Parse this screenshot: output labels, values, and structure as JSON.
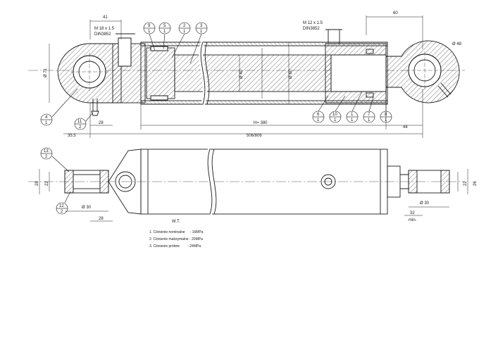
{
  "top_view": {
    "dims": {
      "d41": "41",
      "thread_left_1": "M 18 x 1.5",
      "thread_left_2": "DIN3852",
      "thread_right_1": "M 12 x 1.5",
      "thread_right_2": "DIN3852",
      "d60": "60",
      "d71": "Ø 71",
      "d40": "Ø 40",
      "d80": "Ø 80",
      "d28": "28",
      "d355": "35.5",
      "h380": "H= 380",
      "d506": "506/806",
      "d44": "44",
      "d48": "Ø 48"
    },
    "balloons_top": [
      {
        "n": "9",
        "q": "1"
      },
      {
        "n": "5",
        "q": "1"
      },
      {
        "n": "2",
        "q": "1"
      },
      {
        "n": "3",
        "q": "1"
      }
    ],
    "balloons_bottom": [
      {
        "n": "6",
        "q": "1"
      },
      {
        "n": "10",
        "q": "1"
      },
      {
        "n": "1",
        "q": "1"
      },
      {
        "n": "7",
        "q": "1"
      },
      {
        "n": "8",
        "q": "1"
      }
    ],
    "balloons_left": [
      {
        "n": "4",
        "q": "1"
      },
      {
        "n": "11",
        "q": "2"
      }
    ]
  },
  "bottom_view": {
    "dims": {
      "d28v": "28",
      "d22v": "22",
      "d30l": "Ø 30",
      "d28b": "28",
      "d30r": "Ø 30",
      "d22r": "22",
      "d26r": "26",
      "d32": "32",
      "min": "min."
    },
    "balloons": [
      {
        "n": "13",
        "q": "2"
      },
      {
        "n": "12",
        "q": "2"
      }
    ]
  },
  "notes": {
    "title": "W.T.",
    "lines": [
      "1. Ciśnienie nominalne     - 16MPa",
      "2. Ciśnienie maksymalne - 20MPa",
      "3. Ciśnienie próbne        - 24MPa"
    ]
  },
  "colors": {
    "line": "#1a1a1a",
    "centerline": "#555555",
    "paper": "#ffffff"
  }
}
